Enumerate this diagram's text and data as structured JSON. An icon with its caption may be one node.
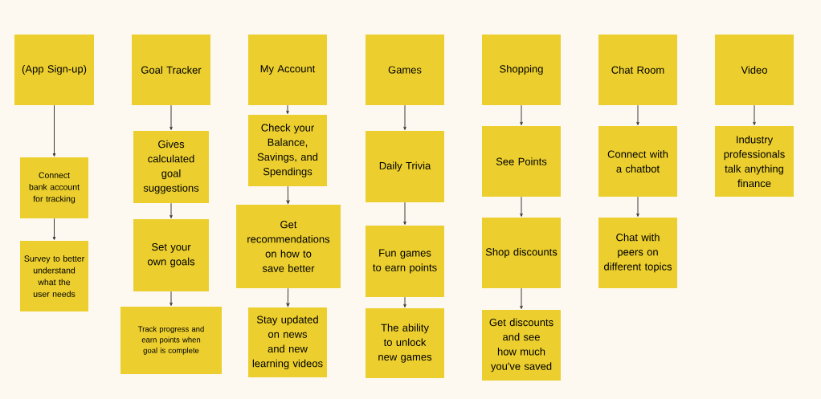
{
  "diagram": {
    "nodes": [
      {
        "text": [
          "(App Sign-up)"
        ]
      },
      {
        "text": [
          "Connect bank account for tracking"
        ]
      },
      {
        "text": [
          "Survey to better understand what the user needs"
        ]
      },
      {
        "text": [
          "Goal Tracker"
        ]
      },
      {
        "text": [
          "Gives calculated goal suggestions"
        ]
      },
      {
        "text": [
          "Set your own goals"
        ]
      },
      {
        "text": [
          "Track progress and earn points when goal is complete"
        ]
      },
      {
        "text": [
          "My Account"
        ]
      },
      {
        "text": [
          "Check your Balance, Savings, and Spendings"
        ]
      },
      {
        "text": [
          "Get recommendations on how to save better"
        ]
      },
      {
        "text": [
          "Stay updated on news and new learning videos"
        ]
      },
      {
        "text": [
          "Games"
        ]
      },
      {
        "text": [
          "Daily Trivia"
        ]
      },
      {
        "text": [
          "Fun games to earn points"
        ]
      },
      {
        "text": [
          "The ability to unlock new games"
        ]
      },
      {
        "text": [
          "Shopping"
        ]
      },
      {
        "text": [
          "See Points"
        ]
      },
      {
        "text": [
          "Shop discounts"
        ]
      },
      {
        "text": [
          "Get discounts and see how much you've saved"
        ]
      },
      {
        "text": [
          "Chat Room"
        ]
      },
      {
        "text": [
          "Connect with a chatbot"
        ]
      },
      {
        "text": [
          "Chat with peers on different topics"
        ]
      },
      {
        "text": [
          "Video"
        ]
      },
      {
        "text": [
          "Industry professionals talk anything finance"
        ]
      }
    ],
    "edges": [
      {
        "from": 0,
        "to": 1,
        "arrow": "to"
      },
      {
        "from": 1,
        "to": 2,
        "arrow": "to"
      },
      {
        "from": 3,
        "to": 4,
        "arrow": "to"
      },
      {
        "from": 4,
        "to": 5,
        "arrow": "to"
      },
      {
        "from": 5,
        "to": 6,
        "arrow": "to"
      },
      {
        "from": 7,
        "to": 8,
        "arrow": "to"
      },
      {
        "from": 8,
        "to": 9,
        "arrow": "to"
      },
      {
        "from": 9,
        "to": 10,
        "arrow": "to"
      },
      {
        "from": 11,
        "to": 12,
        "arrow": "to"
      },
      {
        "from": 12,
        "to": 13,
        "arrow": "to"
      },
      {
        "from": 13,
        "to": 14,
        "arrow": "to"
      },
      {
        "from": 15,
        "to": 16,
        "arrow": "to"
      },
      {
        "from": 16,
        "to": 17,
        "arrow": "to"
      },
      {
        "from": 17,
        "to": 18,
        "arrow": "to"
      },
      {
        "from": 19,
        "to": 20,
        "arrow": "to"
      },
      {
        "from": 20,
        "to": 21,
        "arrow": "to"
      },
      {
        "from": 22,
        "to": 23,
        "arrow": "to"
      }
    ]
  }
}
